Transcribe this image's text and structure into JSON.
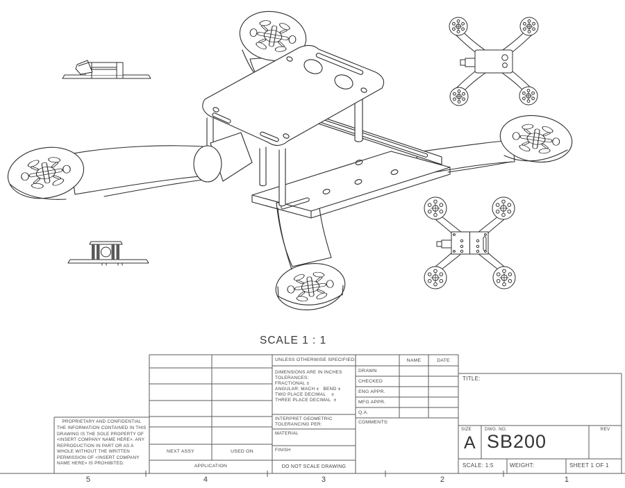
{
  "scale_note": "SCALE 1 : 1",
  "zones": [
    "5",
    "4",
    "3",
    "2",
    "1"
  ],
  "parts_table": {
    "next_assy": "NEXT ASSY",
    "used_on": "USED ON",
    "application": "APPLICATION"
  },
  "tolerance_block": {
    "header": "UNLESS OTHERWISE SPECIFIED:",
    "lines": [
      "DIMENSIONS ARE IN INCHES",
      "TOLERANCES:",
      "FRACTIONAL ±",
      "ANGULAR: MACH ±   BEND ±",
      "TWO PLACE DECIMAL    ±",
      "THREE PLACE DECIMAL  ±"
    ],
    "interpret": "INTERPRET GEOMETRIC TOLERANCING PER:",
    "material": "MATERIAL",
    "finish": "FINISH",
    "do_not_scale": "DO NOT SCALE DRAWING"
  },
  "approval_table": {
    "name_header": "NAME",
    "date_header": "DATE",
    "rows": [
      "DRAWN",
      "CHECKED",
      "ENG APPR.",
      "MFG APPR.",
      "Q.A."
    ],
    "comments": "COMMENTS:"
  },
  "proprietary": {
    "title": "PROPRIETARY AND CONFIDENTIAL",
    "body": "THE INFORMATION CONTAINED IN THIS DRAWING IS THE SOLE PROPERTY OF <INSERT COMPANY NAME HERE>.  ANY REPRODUCTION IN PART OR AS A WHOLE WITHOUT THE WRITTEN PERMISSION OF <INSERT COMPANY NAME HERE> IS PROHIBITED.",
    "accent_color": "#454545"
  },
  "title_block": {
    "title_label": "TITLE:",
    "size_label": "SIZE",
    "size_value": "A",
    "dwg_label": "DWG. NO.",
    "dwg_value": "SB200",
    "rev_label": "REV",
    "scale_label": "SCALE: 1:5",
    "weight_label": "WEIGHT:",
    "sheet_label": "SHEET 1 OF 1"
  },
  "line_color": "#5a5a5a",
  "drawing_color": "#2c2c2c"
}
